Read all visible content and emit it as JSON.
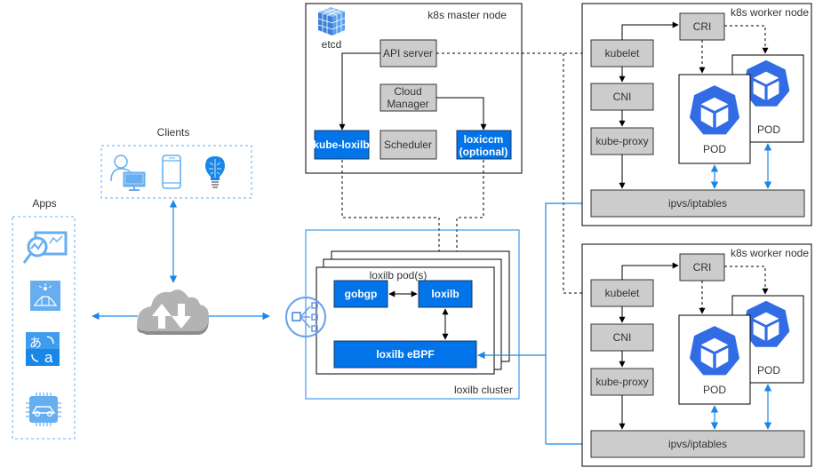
{
  "colors": {
    "component_blue": "#0074e8",
    "component_gray": "#cccccc",
    "link_blue": "#1a86e8",
    "icon_blue": "#66aef0",
    "k8s_blue": "#326ce5"
  },
  "apps": {
    "label": "Apps",
    "icons": [
      "analytics-icon",
      "smart-city-icon",
      "translator-icon",
      "automotive-chip-icon"
    ]
  },
  "clients": {
    "label": "Clients",
    "icons": [
      "user-desktop-icon",
      "mobile-phone-icon",
      "ai-lightbulb-icon"
    ]
  },
  "cloud": {
    "icon": "cloud-up-down-icon"
  },
  "load_balancer": {
    "icon": "load-balancer-icon"
  },
  "master": {
    "title": "k8s master node",
    "etcd": "etcd",
    "api_server": "API server",
    "cloud_manager_line1": "Cloud",
    "cloud_manager_line2": "Manager",
    "scheduler": "Scheduler",
    "kube_loxilb": "kube-loxilb",
    "loxiccm_line1": "loxiccm",
    "loxiccm_line2": "(optional)"
  },
  "cluster": {
    "title": "loxilb cluster",
    "pod_title": "loxilb pod(s)",
    "gobgp": "gobgp",
    "loxilb": "loxilb",
    "ebpf": "loxilb eBPF"
  },
  "workers": [
    {
      "title": "k8s worker node",
      "kubelet": "kubelet",
      "cri": "CRI",
      "cni": "CNI",
      "kube_proxy": "kube-proxy",
      "pod_front": "POD",
      "pod_back": "POD",
      "ipvs": "ipvs/iptables"
    },
    {
      "title": "k8s worker node",
      "kubelet": "kubelet",
      "cri": "CRI",
      "cni": "CNI",
      "kube_proxy": "kube-proxy",
      "pod_front": "POD",
      "pod_back": "POD",
      "ipvs": "ipvs/iptables"
    }
  ]
}
